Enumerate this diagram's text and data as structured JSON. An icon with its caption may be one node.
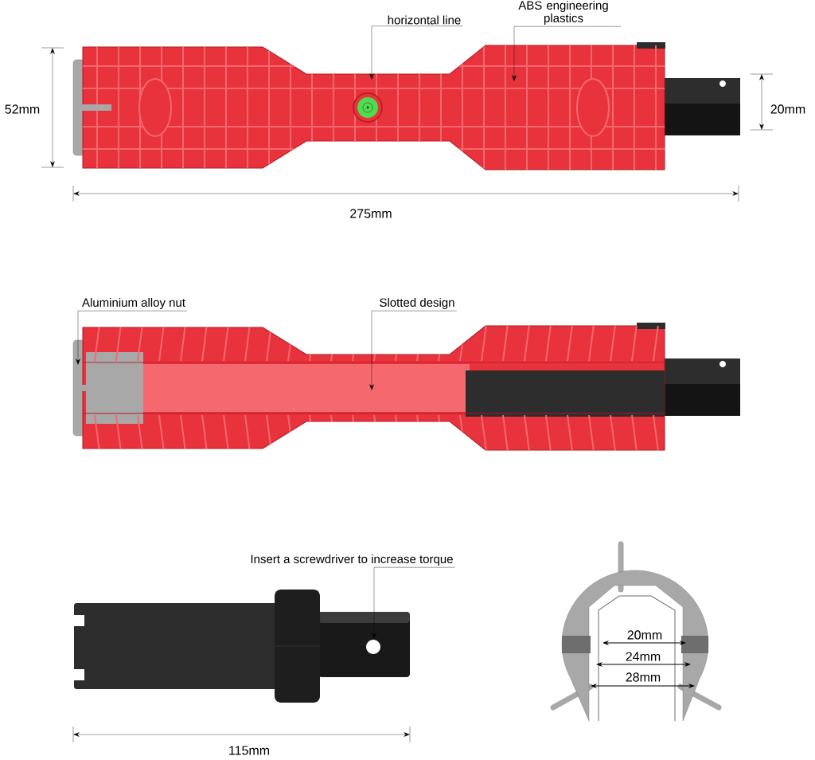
{
  "diagram": {
    "nodes": [
      {
        "text": [
          "horizontal line"
        ]
      },
      {
        "text": [
          "ABS engineering plastics"
        ]
      },
      {
        "text": [
          "Aluminium alloy nut"
        ]
      },
      {
        "text": [
          "Slotted design"
        ]
      },
      {
        "text": [
          "Insert a screwdriver to increase torque"
        ]
      }
    ],
    "edges": [
      {
        "from": 0,
        "to": null,
        "arrow": "to"
      },
      {
        "from": 1,
        "to": null,
        "arrow": "to"
      },
      {
        "from": 2,
        "to": null,
        "arrow": "to"
      },
      {
        "from": 3,
        "to": null,
        "arrow": "to"
      },
      {
        "from": 4,
        "to": null,
        "arrow": "to"
      }
    ],
    "labels": [
      "52mm",
      "20mm",
      "275mm",
      "20mm",
      "24mm",
      "28mm",
      "115mm"
    ]
  }
}
